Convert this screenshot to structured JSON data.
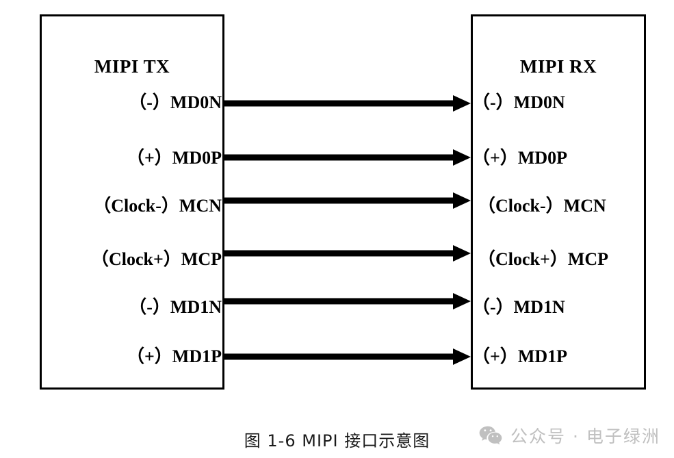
{
  "diagram": {
    "tx_block": {
      "title": "MIPI TX",
      "ports": [
        {
          "prefix": "（-）",
          "name": "MD0N"
        },
        {
          "prefix": "（+）",
          "name": "MD0P"
        },
        {
          "prefix": "（Clock-）",
          "name": "MCN"
        },
        {
          "prefix": "（Clock+）",
          "name": "MCP"
        },
        {
          "prefix": "（-）",
          "name": "MD1N"
        },
        {
          "prefix": "（+）",
          "name": "MD1P"
        }
      ]
    },
    "rx_block": {
      "title": "MIPI RX",
      "ports": [
        {
          "prefix": "（-）",
          "name": "MD0N"
        },
        {
          "prefix": "（+）",
          "name": "MD0P"
        },
        {
          "prefix": "（Clock-）",
          "name": "MCN"
        },
        {
          "prefix": "（Clock+）",
          "name": "MCP"
        },
        {
          "prefix": "（-）",
          "name": "MD1N"
        },
        {
          "prefix": "（+）",
          "name": "MD1P"
        }
      ]
    },
    "connections": [
      {
        "from": "MD0N",
        "to": "MD0N",
        "direction": "tx-to-rx"
      },
      {
        "from": "MD0P",
        "to": "MD0P",
        "direction": "tx-to-rx"
      },
      {
        "from": "MCN",
        "to": "MCN",
        "direction": "tx-to-rx"
      },
      {
        "from": "MCP",
        "to": "MCP",
        "direction": "tx-to-rx"
      },
      {
        "from": "MD1N",
        "to": "MD1N",
        "direction": "tx-to-rx"
      },
      {
        "from": "MD1P",
        "to": "MD1P",
        "direction": "tx-to-rx"
      }
    ],
    "line_color": "#000000",
    "box_border_color": "#000000",
    "background_color": "#ffffff"
  },
  "caption": {
    "text": "图 1-6 MIPI 接口示意图"
  },
  "watermark": {
    "icon": "wechat-icon",
    "text": "公众号 · 电子绿洲",
    "color": "#c0c0c0"
  }
}
